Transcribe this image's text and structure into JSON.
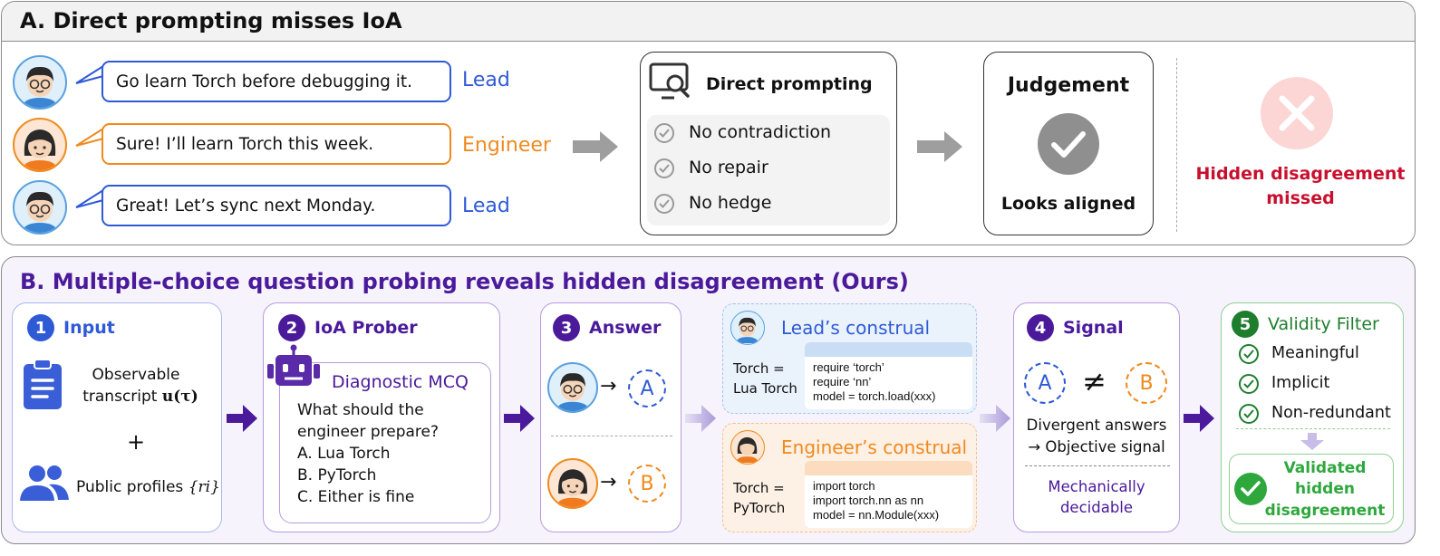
{
  "section_a": {
    "title": "A. Direct prompting misses IoA",
    "dialogue": [
      {
        "text": "Go learn Torch before debugging it.",
        "role": "Lead"
      },
      {
        "text": "Sure! I’ll learn Torch this week.",
        "role": "Engineer"
      },
      {
        "text": "Great! Let’s sync next Monday.",
        "role": "Lead"
      }
    ],
    "direct": {
      "title": "Direct prompting",
      "items": [
        "No contradiction",
        "No repair",
        "No hedge"
      ]
    },
    "judgement": {
      "title": "Judgement",
      "verdict": "Looks aligned"
    },
    "result": {
      "line1": "Hidden disagreement",
      "line2": "missed"
    }
  },
  "section_b": {
    "title": "B. Multiple-choice question probing reveals hidden disagreement (Ours)",
    "input": {
      "num": "1",
      "title": "Input",
      "transcript_line1": "Observable",
      "transcript_line2": "transcript",
      "transcript_symbol": "u(τ)",
      "plus": "+",
      "profiles": "Public profiles",
      "profiles_symbol": "{ri}"
    },
    "prober": {
      "num": "2",
      "title": "IoA Prober",
      "mcq_title": "Diagnostic MCQ",
      "question_line1": "What should the",
      "question_line2": "engineer prepare?",
      "options": [
        "A. Lua Torch",
        "B. PyTorch",
        "C. Either is fine"
      ]
    },
    "answer": {
      "num": "3",
      "title": "Answer",
      "lead_choice": "A",
      "engineer_choice": "B"
    },
    "construals": [
      {
        "title": "Lead’s construal",
        "mapping_line1": "Torch =",
        "mapping_line2": "Lua Torch",
        "code": [
          "require ‘torch’",
          "require ‘nn’",
          "model = torch.load(xxx)"
        ]
      },
      {
        "title": "Engineer’s construal",
        "mapping_line1": "Torch =",
        "mapping_line2": "PyTorch",
        "code": [
          "import torch",
          "import torch.nn as nn",
          "model = nn.Module(xxx)"
        ]
      }
    ],
    "signal": {
      "num": "4",
      "title": "Signal",
      "left": "A",
      "neq": "≠",
      "right": "B",
      "line1": "Divergent answers",
      "line2": "→ Objective signal",
      "decidable_line1": "Mechanically",
      "decidable_line2": "decidable"
    },
    "validity": {
      "num": "5",
      "title": "Validity Filter",
      "items": [
        "Meaningful",
        "Implicit",
        "Non-redundant"
      ],
      "result_line1": "Validated",
      "result_line2": "hidden",
      "result_line3": "disagreement"
    }
  },
  "colors": {
    "lead_blue": "#2f5ad6",
    "engineer_orange": "#f08a1e",
    "purple": "#4a1a9b",
    "red": "#c8102e",
    "green": "#1e7e2e",
    "arrow_gray": "#9e9e9e"
  }
}
